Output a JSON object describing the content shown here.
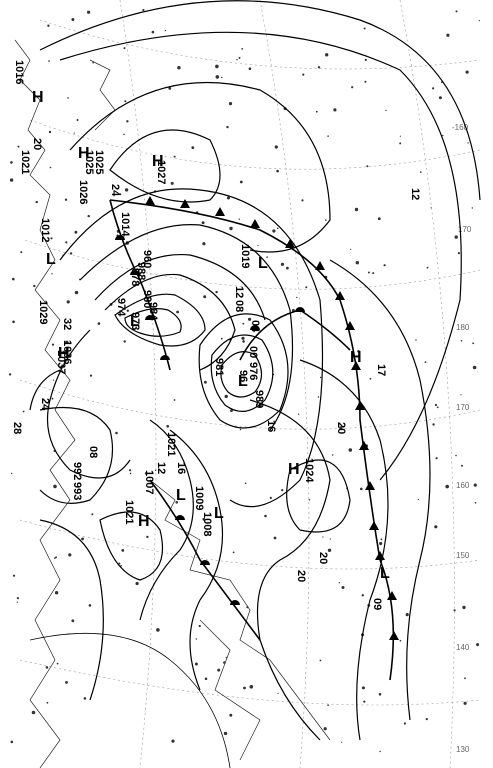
{
  "map": {
    "isobar_labels": [
      "1016",
      "1021",
      "20",
      "1025",
      "1026",
      "1027",
      "1014",
      "1012",
      "1019",
      "1029",
      "1037",
      "1036",
      "974",
      "978",
      "973",
      "981",
      "989",
      "976",
      "960",
      "980",
      "984",
      "988",
      "992",
      "993",
      "1007",
      "1009",
      "1008",
      "1021",
      "1024",
      "17",
      "12",
      "16",
      "20",
      "24",
      "28",
      "09",
      "04",
      "08",
      "00",
      "96",
      "32"
    ],
    "pressure_systems": [
      {
        "type": "H",
        "value": "1016"
      },
      {
        "type": "H",
        "value": "1025"
      },
      {
        "type": "H",
        "value": "1027"
      },
      {
        "type": "L",
        "value": "1012"
      },
      {
        "type": "L",
        "value": "1019"
      },
      {
        "type": "L",
        "value": "974"
      },
      {
        "type": "L",
        "value": "981"
      },
      {
        "type": "H",
        "value": "1037"
      },
      {
        "type": "H",
        "value": "1024"
      },
      {
        "type": "L",
        "value": "1007"
      },
      {
        "type": "L",
        "value": "1009"
      },
      {
        "type": "H",
        "value": "1021"
      },
      {
        "type": "L",
        "value": "1008"
      },
      {
        "type": "H",
        "value": ""
      },
      {
        "type": "L",
        "value": ""
      }
    ],
    "graticule_labels": [
      "-160",
      "170",
      "180",
      "170",
      "160",
      "150",
      "140",
      "130"
    ],
    "legend_note": "",
    "colors": {
      "ink": "#000000",
      "grid": "#9a9a9a",
      "background": "#ffffff"
    }
  }
}
